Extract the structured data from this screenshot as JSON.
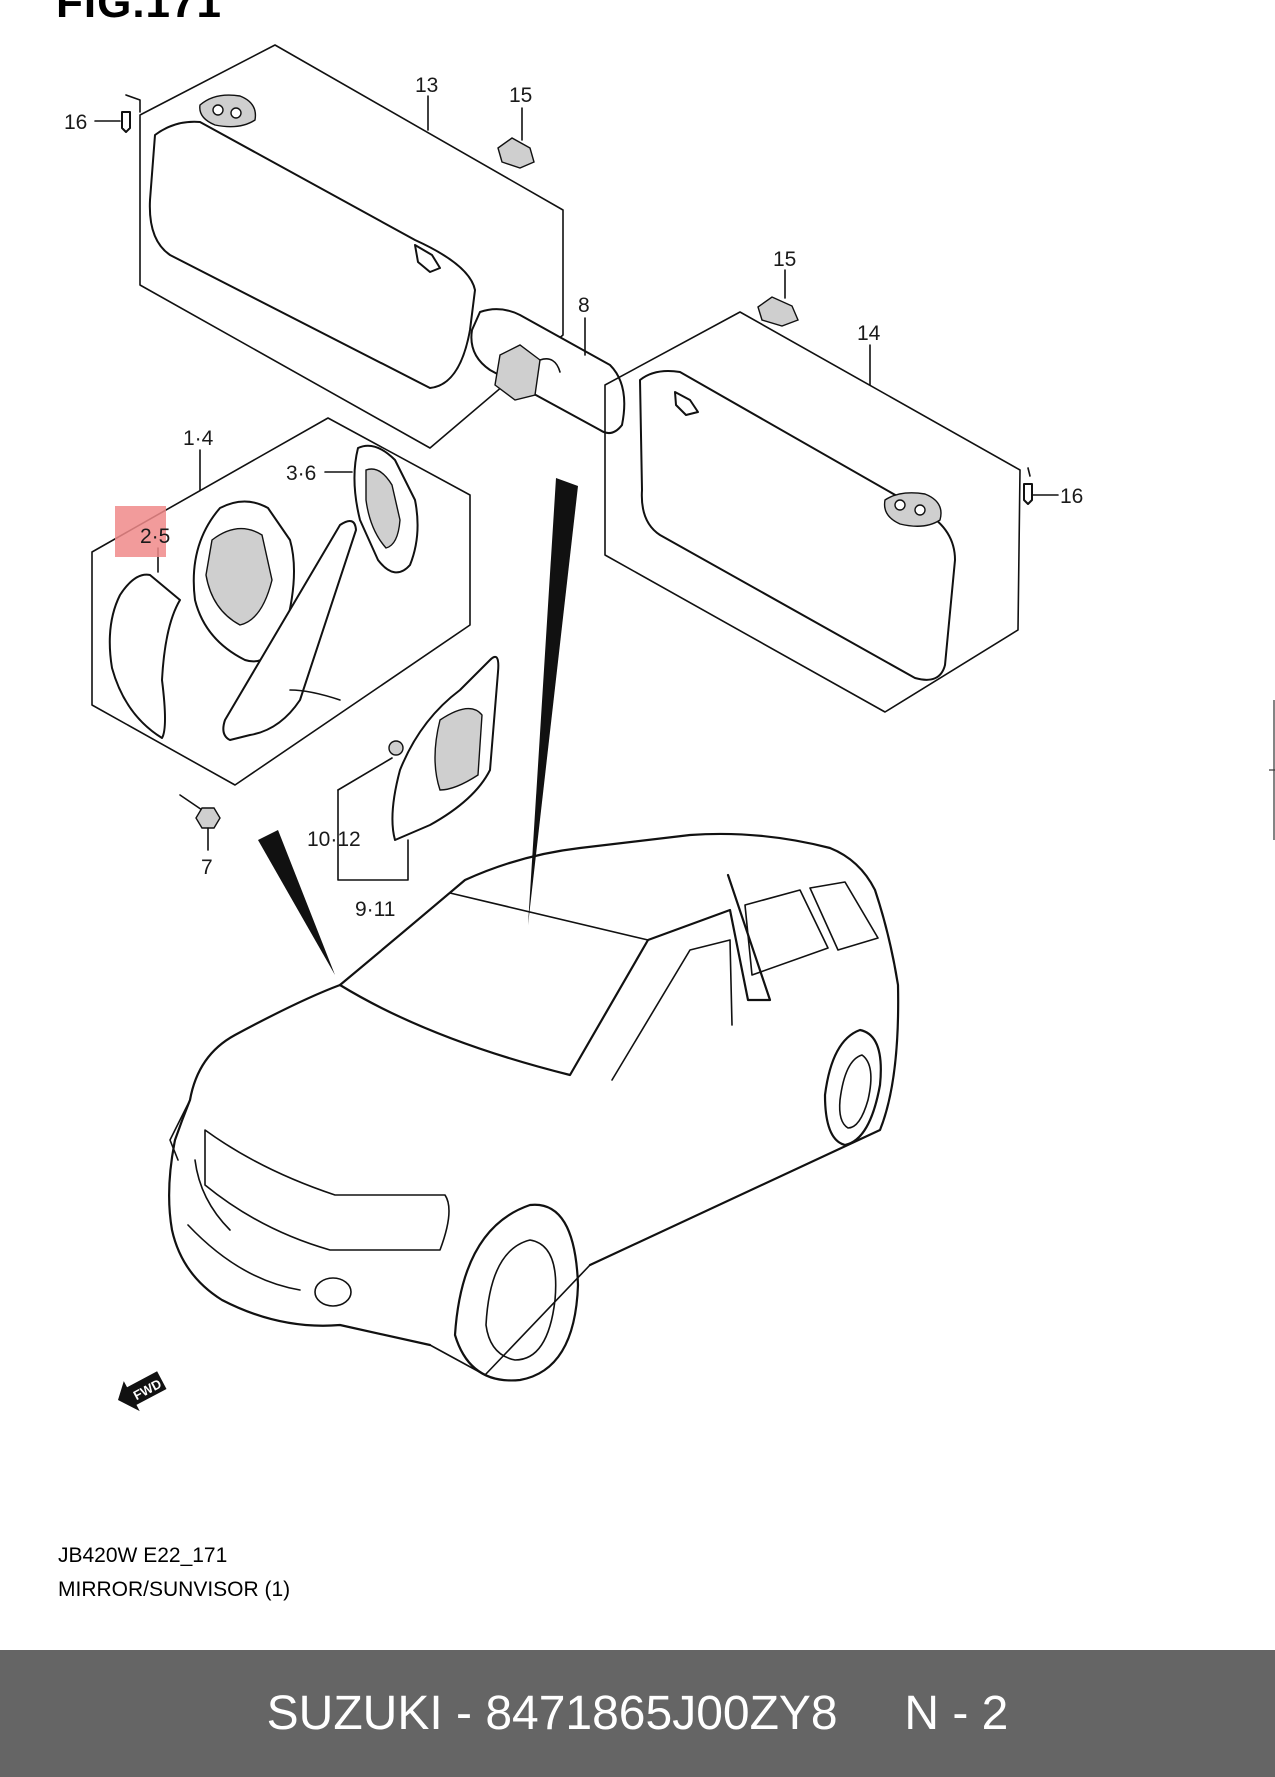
{
  "figure": {
    "title": "FIG.171",
    "code": "JB420W E22_171",
    "caption": "MIRROR/SUNVISOR (1)"
  },
  "callouts": {
    "p13": "13",
    "p15a": "15",
    "p15b": "15",
    "p16a": "16",
    "p16b": "16",
    "p8": "8",
    "p14": "14",
    "p1_4": "1·4",
    "p3_6": "3·6",
    "p2_5": "2·5",
    "p7": "7",
    "p10_12": "10·12",
    "p9_11": "9·11"
  },
  "fwd_label": "FWD",
  "highlight": {
    "callout": "2·5",
    "color": "#f08a8a"
  },
  "footer": {
    "brand": "SUZUKI",
    "separator": " - ",
    "part_number": "8471865J00ZY8",
    "page": "N - 2",
    "background": "#656565"
  }
}
